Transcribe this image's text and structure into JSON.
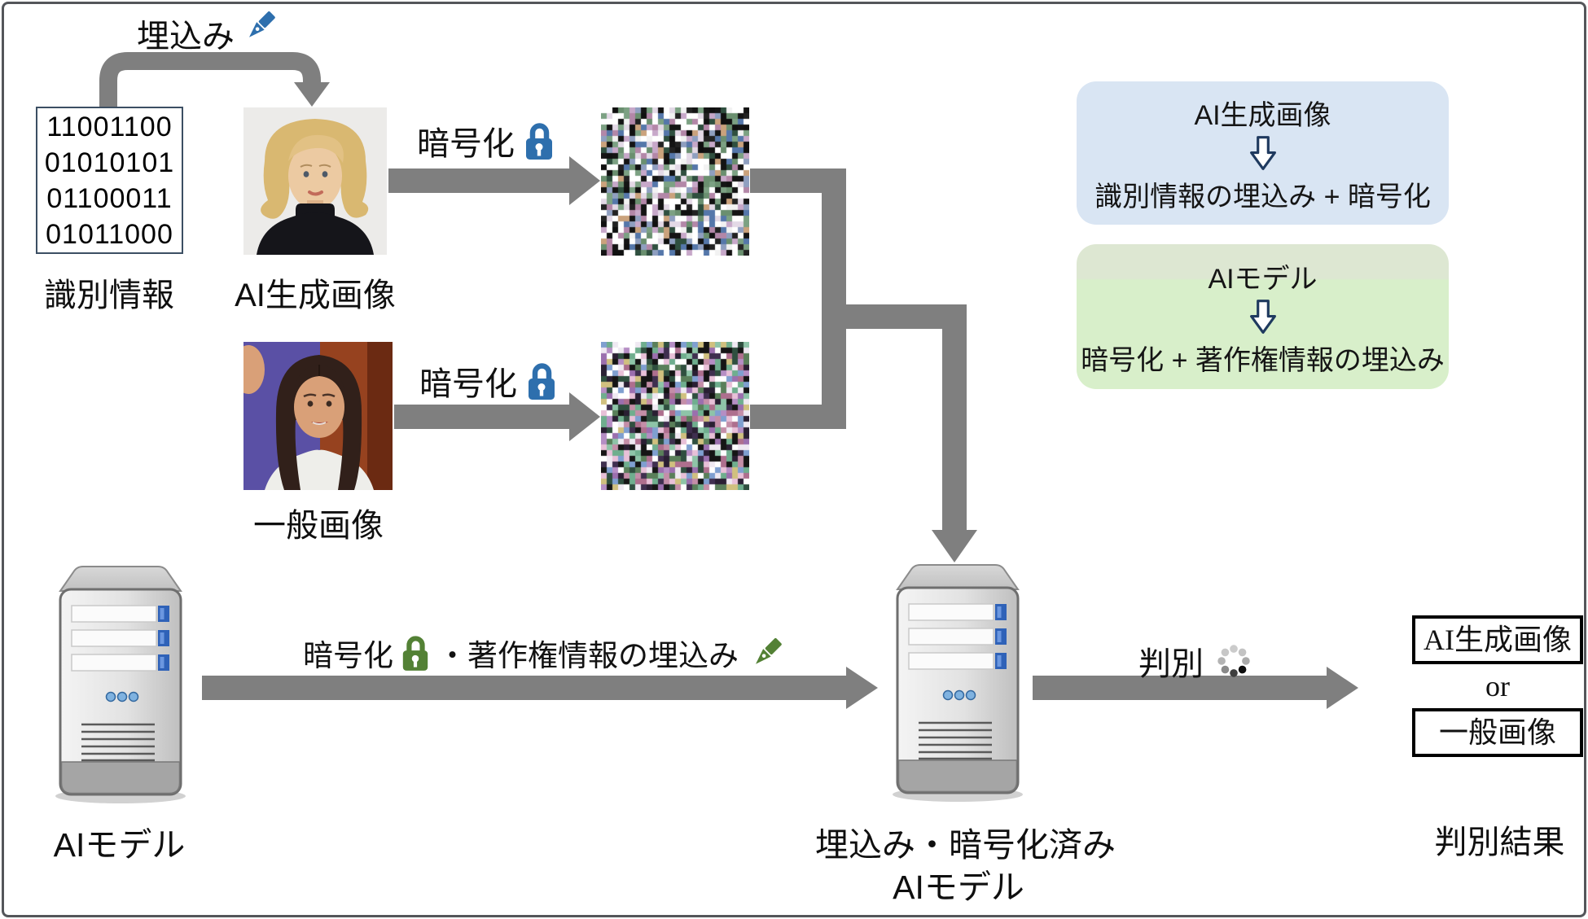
{
  "colors": {
    "arrow": "#7f7f7f",
    "blue_icon": "#2e6fad",
    "green_icon": "#538135",
    "blue_box_bg": "#d9e5f3",
    "green_box_bg": "#d8efca",
    "noise1_palette": [
      "#ffffff",
      "#ffffff",
      "#ffffff",
      "#f2f2f2",
      "#141414",
      "#141414",
      "#222222",
      "#c7a8c9",
      "#8f9fc0",
      "#7ca183",
      "#caa27c",
      "#b387a8",
      "#6a8f6f",
      "#e3d9e6",
      "#5577aa",
      "#2f4f3f",
      "#ffffff",
      "#101010"
    ],
    "noise2_palette": [
      "#ffffff",
      "#efe9f2",
      "#151515",
      "#151515",
      "#9b6fae",
      "#b58ec4",
      "#6fae8e",
      "#8ec4a8",
      "#c48ea8",
      "#ae6f8e",
      "#7f9fd0",
      "#d0c07f",
      "#3f2f4f",
      "#2f4f3f",
      "#e8c0d8",
      "#5a7f5a",
      "#ffffff",
      "#2a1f33"
    ]
  },
  "top": {
    "embed_label": "埋込み",
    "binary_lines": [
      "11001100",
      "01010101",
      "01100011",
      "01011000"
    ],
    "binary_caption": "識別情報",
    "ai_image_caption": "AI生成画像",
    "encrypt_label": "暗号化",
    "encrypt_label2": "暗号化",
    "general_image_caption": "一般画像"
  },
  "info": {
    "blue_title": "AI生成画像",
    "blue_body": "識別情報の埋込み + 暗号化",
    "green_title": "AIモデル",
    "green_body": "暗号化 + 著作権情報の埋込み"
  },
  "bottom": {
    "model_caption": "AIモデル",
    "process_prefix": "暗号化",
    "process_suffix": "・著作権情報の埋込み",
    "embedded_caption1": "埋込み・暗号化済み",
    "embedded_caption2": "AIモデル",
    "judge_label": "判別",
    "result_option1": "AI生成画像",
    "result_or": "or",
    "result_option2": "一般画像",
    "result_caption": "判別結果"
  }
}
